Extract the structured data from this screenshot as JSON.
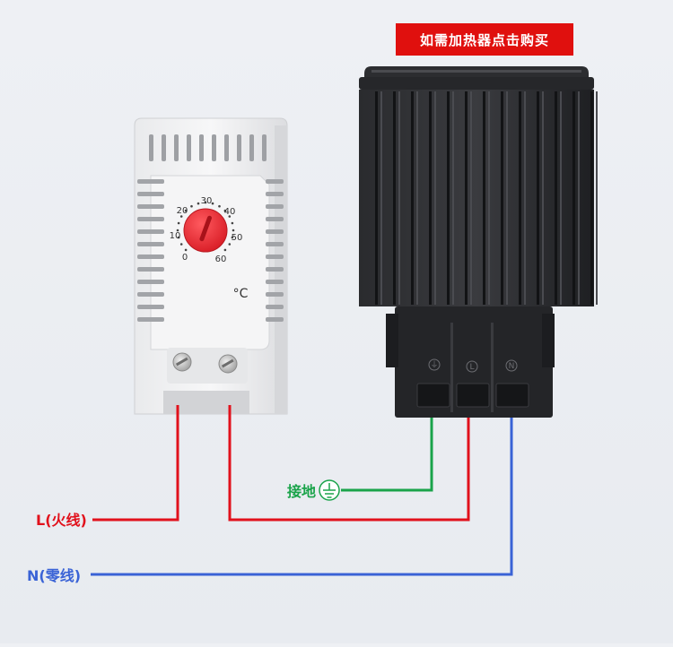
{
  "buy_button": {
    "label": "如需加热器点击购买"
  },
  "labels": {
    "live": "L(火线)",
    "neutral": "N(零线)",
    "ground": "接地"
  },
  "thermostat": {
    "dial_ticks": [
      "0",
      "10",
      "20",
      "30",
      "40",
      "50",
      "60"
    ],
    "unit": "°C",
    "dial_color": "#e8262f"
  },
  "heater": {
    "terminal_symbols": [
      "⏚",
      "L",
      "N"
    ]
  },
  "colors": {
    "live_wire": "#e1111c",
    "neutral_wire": "#3a63d6",
    "ground_wire": "#1aa34a",
    "buy_button_bg": "#e0100e"
  }
}
